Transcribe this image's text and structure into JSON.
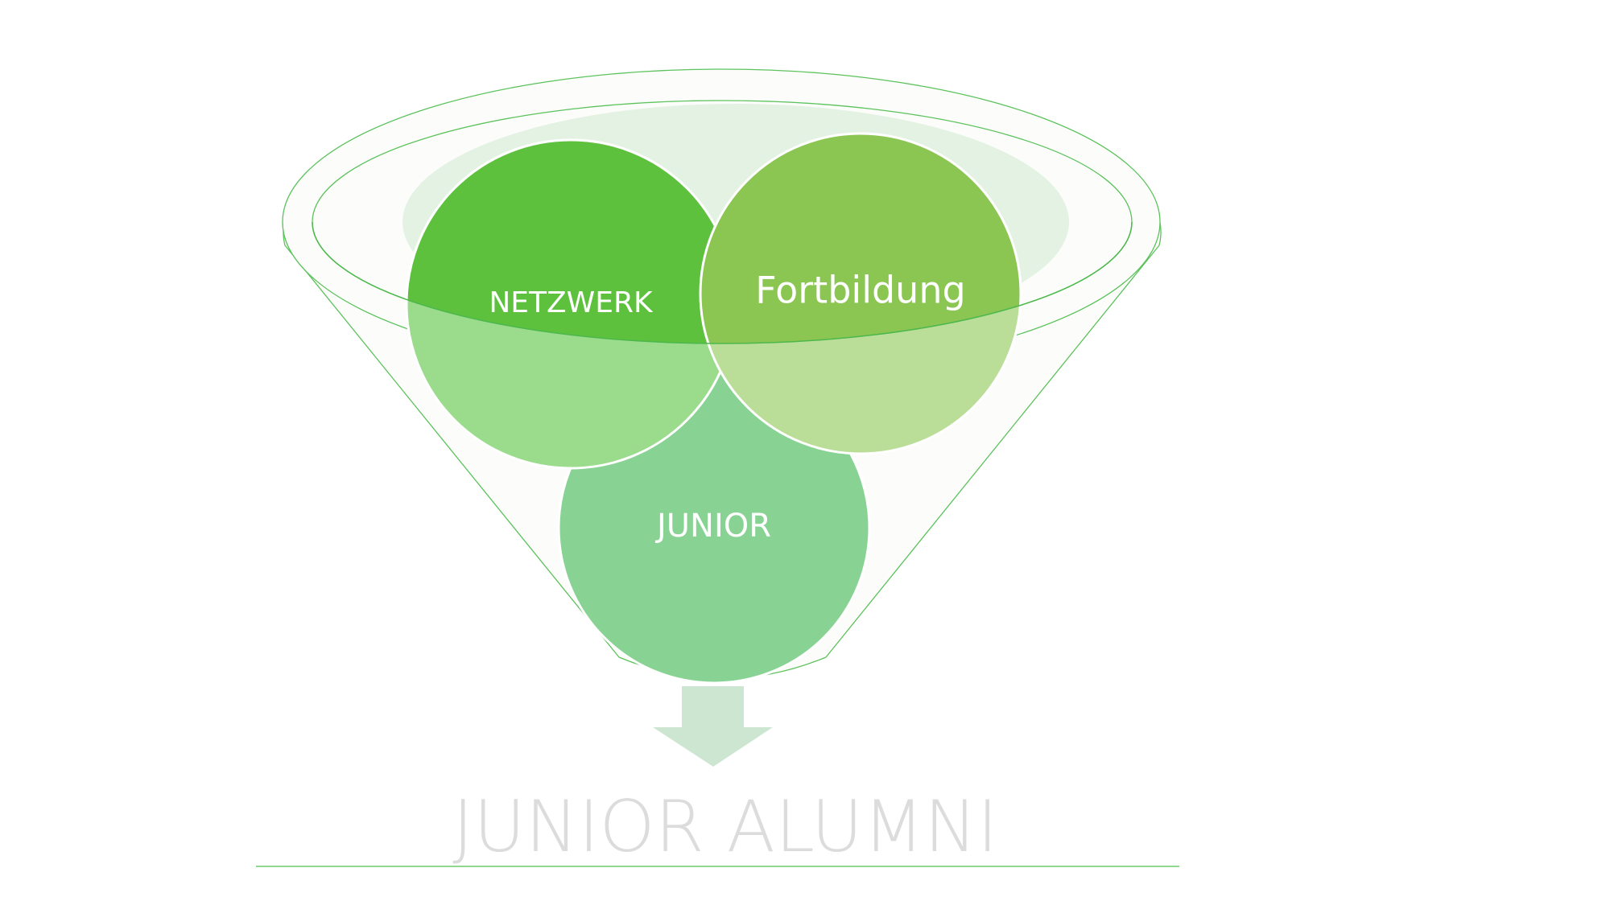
{
  "diagram": {
    "circles": [
      {
        "label": "NETZWERK",
        "color": "#5dc13e",
        "light_color": "#9adb8c"
      },
      {
        "label": "Fortbildung",
        "color": "#8bc653",
        "light_color": "#badd98"
      },
      {
        "label": "JUNIOR",
        "color": "#88d393",
        "light_color": "#88d393"
      }
    ],
    "result_label": "JUNIOR ALUMNI",
    "colors": {
      "funnel_stroke": "#5cc25c",
      "funnel_fill": "#fcfdfb",
      "rim_fill": "#e3f2e3",
      "arrow": "#cce6d2",
      "title": "#dcdcdc",
      "underline": "#6ccc6c"
    }
  }
}
